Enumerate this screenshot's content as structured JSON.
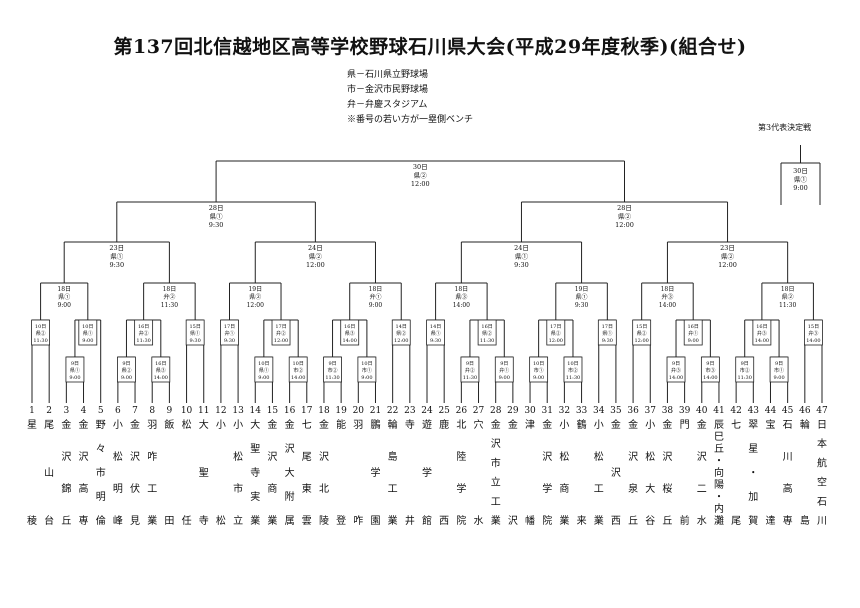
{
  "title": "第137回北信越地区高等学校野球石川県大会(平成29年度秋季)(組合せ)",
  "legend": [
    "県－石川県立野球場",
    "市－金沢市民野球場",
    "弁－弁慶スタジアム",
    "※番号の若い方が一塁側ベンチ"
  ],
  "final_label": "第3代表決定戦",
  "teams": [
    {
      "no": "1",
      "name": "星稜"
    },
    {
      "no": "2",
      "name": "尾山台"
    },
    {
      "no": "3",
      "name": "金沢錦丘"
    },
    {
      "no": "4",
      "name": "金沢高専"
    },
    {
      "no": "5",
      "name": "野々市明倫"
    },
    {
      "no": "6",
      "name": "小松明峰"
    },
    {
      "no": "7",
      "name": "金沢伏見"
    },
    {
      "no": "8",
      "name": "羽咋工業"
    },
    {
      "no": "9",
      "name": "飯田"
    },
    {
      "no": "10",
      "name": "松任"
    },
    {
      "no": "11",
      "name": "大聖寺"
    },
    {
      "no": "12",
      "name": "小松"
    },
    {
      "no": "13",
      "name": "小松市立"
    },
    {
      "no": "14",
      "name": "大聖寺実業"
    },
    {
      "no": "15",
      "name": "金沢商業"
    },
    {
      "no": "16",
      "name": "金沢大附属"
    },
    {
      "no": "17",
      "name": "七尾東雲"
    },
    {
      "no": "18",
      "name": "金沢北陵"
    },
    {
      "no": "19",
      "name": "能登"
    },
    {
      "no": "20",
      "name": "羽咋"
    },
    {
      "no": "21",
      "name": "鵬学園"
    },
    {
      "no": "22",
      "name": "輪島工業"
    },
    {
      "no": "23",
      "name": "寺井"
    },
    {
      "no": "24",
      "name": "遊学館"
    },
    {
      "no": "25",
      "name": "鹿西"
    },
    {
      "no": "26",
      "name": "北陸学院"
    },
    {
      "no": "27",
      "name": "穴水"
    },
    {
      "no": "28",
      "name": "金沢市立工業"
    },
    {
      "no": "29",
      "name": "金沢"
    },
    {
      "no": "30",
      "name": "津幡"
    },
    {
      "no": "31",
      "name": "金沢学院"
    },
    {
      "no": "32",
      "name": "小松商業"
    },
    {
      "no": "33",
      "name": "鶴来"
    },
    {
      "no": "34",
      "name": "小松工業"
    },
    {
      "no": "35",
      "name": "金沢西"
    },
    {
      "no": "36",
      "name": "金沢泉丘"
    },
    {
      "no": "37",
      "name": "小松大谷"
    },
    {
      "no": "38",
      "name": "金沢桜丘"
    },
    {
      "no": "39",
      "name": "門前"
    },
    {
      "no": "40",
      "name": "金沢二水"
    },
    {
      "no": "41",
      "name": "辰巳丘・向陽・内灘"
    },
    {
      "no": "42",
      "name": "七尾"
    },
    {
      "no": "43",
      "name": "翠星・加賀"
    },
    {
      "no": "44",
      "name": "宝達"
    },
    {
      "no": "45",
      "name": "石川高専"
    },
    {
      "no": "46",
      "name": "輪島"
    },
    {
      "no": "47",
      "name": "日本航空石川"
    }
  ],
  "games": {
    "pre": {
      "date": "9日",
      "site": "県①",
      "time": "9:00"
    },
    "r1a": {
      "date": "10日",
      "site": "県②",
      "time": "11:30"
    },
    "r1b": {
      "date": "10日",
      "site": "県①",
      "time": "9:00"
    },
    "r1c": {
      "date": "16日",
      "site": "弁②",
      "time": "11:30"
    },
    "r1d": {
      "date": "9日",
      "site": "県②",
      "time": "9:00"
    },
    "r1e": {
      "date": "16日",
      "site": "県③",
      "time": "14:00"
    },
    "r1f": {
      "date": "15日",
      "site": "県①",
      "time": "9:30"
    },
    "r1g": {
      "date": "17日",
      "site": "弁①",
      "time": "9:30"
    },
    "r1h": {
      "date": "10日",
      "site": "県①",
      "time": "9:00"
    },
    "r1i": {
      "date": "10日",
      "site": "市②",
      "time": "14:00"
    },
    "r1j": {
      "date": "17日",
      "site": "弁②",
      "time": "12:00"
    },
    "r1k": {
      "date": "9日",
      "site": "市②",
      "time": "11:30"
    },
    "r1l": {
      "date": "10日",
      "site": "市①",
      "time": "9:00"
    },
    "r1m": {
      "date": "16日",
      "site": "県③",
      "time": "14:00"
    },
    "r1n": {
      "date": "14日",
      "site": "県②",
      "time": "12:00"
    },
    "r1o": {
      "date": "14日",
      "site": "県①",
      "time": "9:30"
    },
    "r1p": {
      "date": "9日",
      "site": "弁②",
      "time": "11:30"
    },
    "r1q": {
      "date": "9日",
      "site": "弁①",
      "time": "9:00"
    },
    "r1r": {
      "date": "16日",
      "site": "県②",
      "time": "11:30"
    },
    "r1s": {
      "date": "10日",
      "site": "市①",
      "time": "9:00"
    },
    "r1t": {
      "date": "17日",
      "site": "県②",
      "time": "12:00"
    },
    "r1u": {
      "date": "10日",
      "site": "市②",
      "time": "11:30"
    },
    "r1v": {
      "date": "17日",
      "site": "県①",
      "time": "9:30"
    },
    "r1w": {
      "date": "15日",
      "site": "県②",
      "time": "12:00"
    },
    "r1x": {
      "date": "16日",
      "site": "弁①",
      "time": "9:00"
    },
    "r1y": {
      "date": "9日",
      "site": "弁③",
      "time": "14:00"
    },
    "r1z": {
      "date": "9日",
      "site": "市③",
      "time": "14:00"
    },
    "r1aa": {
      "date": "9日",
      "site": "市②",
      "time": "11:30"
    },
    "r1ab": {
      "date": "16日",
      "site": "弁③",
      "time": "14:00"
    },
    "r1ac": {
      "date": "9日",
      "site": "市①",
      "time": "9:00"
    },
    "r1ad": {
      "date": "15日",
      "site": "弁③",
      "time": "14:00"
    },
    "r2a": {
      "date": "18日",
      "site": "県①",
      "time": "9:00"
    },
    "r2b": {
      "date": "18日",
      "site": "弁②",
      "time": "11:30"
    },
    "r2c": {
      "date": "19日",
      "site": "県②",
      "time": "12:00"
    },
    "r2d": {
      "date": "18日",
      "site": "弁①",
      "time": "9:00"
    },
    "r2e": {
      "date": "18日",
      "site": "県③",
      "time": "14:00"
    },
    "r2f": {
      "date": "19日",
      "site": "県①",
      "time": "9:30"
    },
    "r2g": {
      "date": "18日",
      "site": "弁③",
      "time": "14:00"
    },
    "r2h": {
      "date": "18日",
      "site": "県②",
      "time": "11:30"
    },
    "r3a": {
      "date": "23日",
      "site": "県①",
      "time": "9:30"
    },
    "r3b": {
      "date": "24日",
      "site": "県②",
      "time": "12:00"
    },
    "r3c": {
      "date": "24日",
      "site": "県①",
      "time": "9:30"
    },
    "r3d": {
      "date": "23日",
      "site": "県②",
      "time": "12:00"
    },
    "sfa": {
      "date": "28日",
      "site": "県①",
      "time": "9:30"
    },
    "sfb": {
      "date": "28日",
      "site": "県②",
      "time": "12:00"
    },
    "fin": {
      "date": "30日",
      "site": "県②",
      "time": "12:00"
    },
    "third": {
      "date": "30日",
      "site": "県①",
      "time": "9:00"
    }
  }
}
